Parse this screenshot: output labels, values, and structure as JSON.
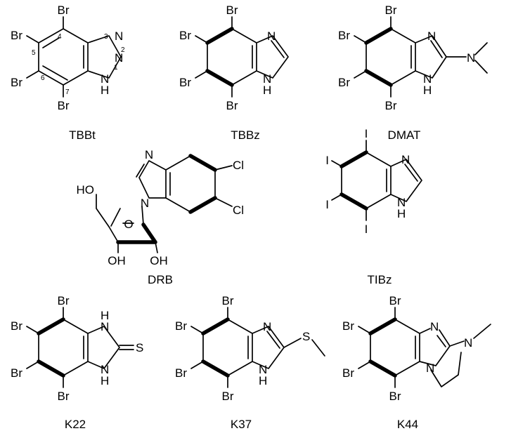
{
  "atoms": {
    "bromine": "Br",
    "iodine": "I",
    "chlorine": "Cl",
    "nitrogen": "N",
    "hydrogen": "H",
    "oxygen": "O",
    "sulfur": "S",
    "hydroxyl": "HO",
    "hydroxyl_rev": "OH"
  },
  "numbering": [
    "1",
    "2",
    "3",
    "4",
    "5",
    "6",
    "7"
  ],
  "compounds": {
    "tbbt": "TBBt",
    "tbbz": "TBBz",
    "dmat": "DMAT",
    "drb": "DRB",
    "tibz": "TIBz",
    "k22": "K22",
    "k37": "K37",
    "k44": "K44"
  }
}
